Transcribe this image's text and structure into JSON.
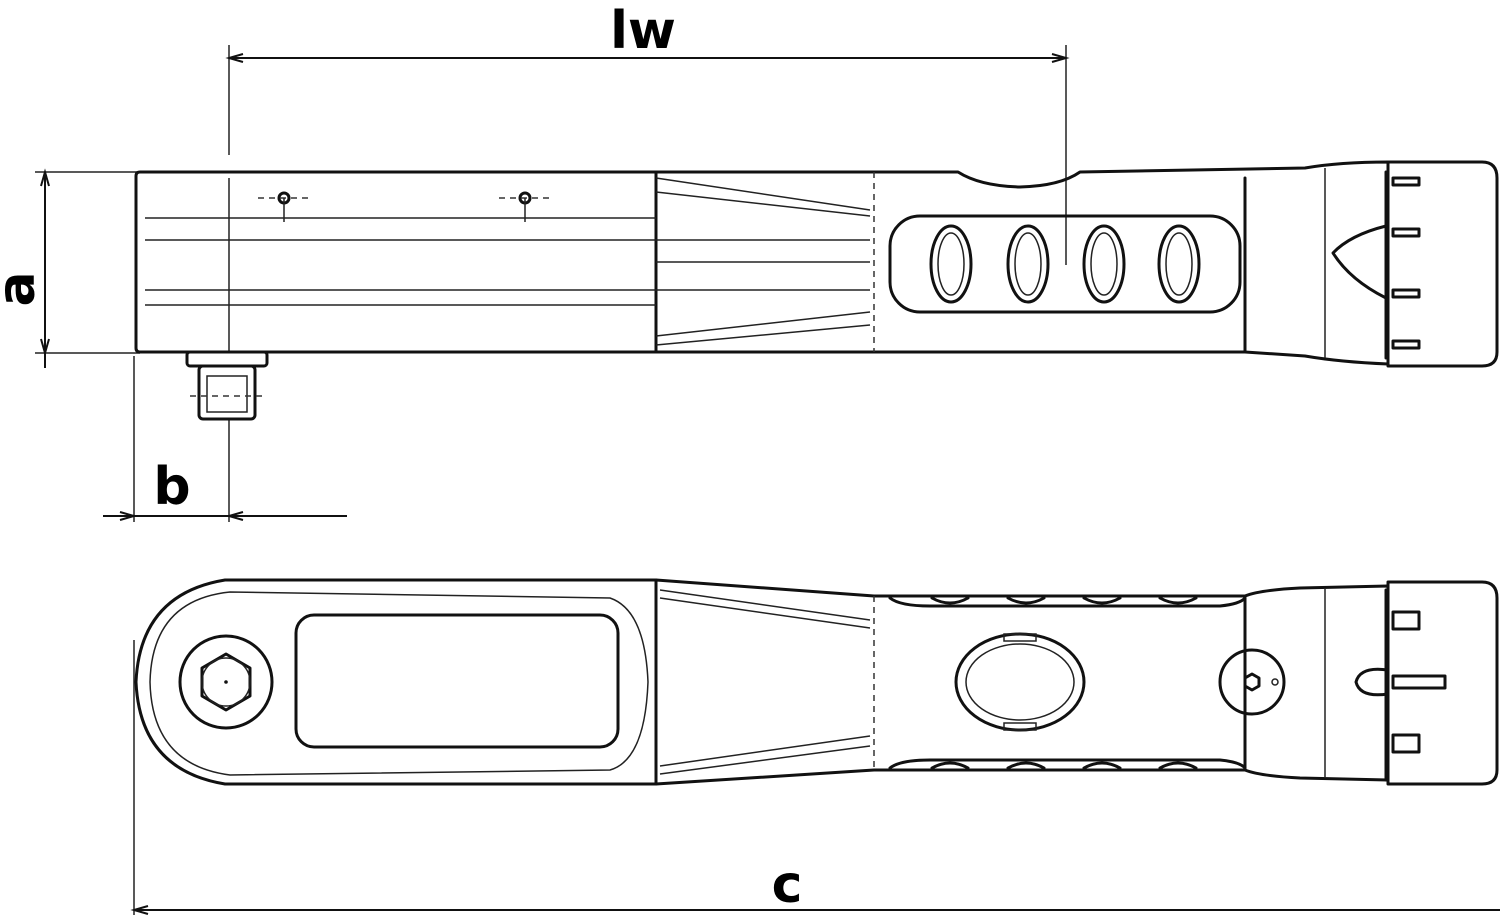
{
  "dimension_labels": {
    "lw": "lw",
    "a": "a",
    "b": "b",
    "c": "c"
  }
}
